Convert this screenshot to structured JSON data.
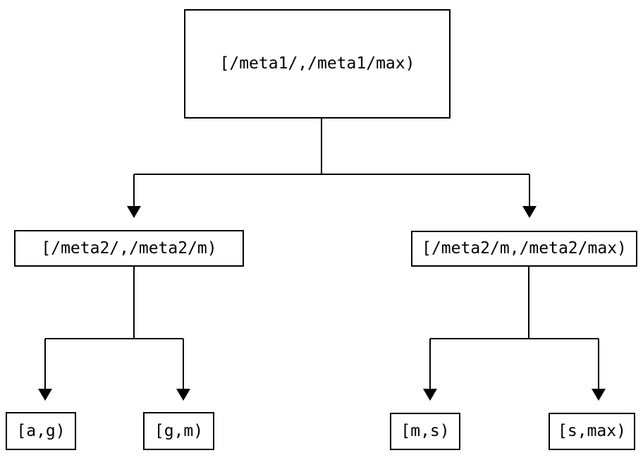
{
  "diagram": {
    "type": "tree",
    "background": "#ffffff",
    "line_color": "#000000",
    "text_color": "#000000",
    "nodes": {
      "root": {
        "label": "[/meta1/,/meta1/max)"
      },
      "branch_left": {
        "label": "[/meta2/,/meta2/m)"
      },
      "branch_right": {
        "label": "[/meta2/m,/meta2/max)"
      },
      "leaf_ag": {
        "label": "[a,g)"
      },
      "leaf_gm": {
        "label": "[g,m)"
      },
      "leaf_ms": {
        "label": "[m,s)"
      },
      "leaf_smax": {
        "label": "[s,max)"
      }
    },
    "edges": [
      {
        "from": "root",
        "to": "branch_left"
      },
      {
        "from": "root",
        "to": "branch_right"
      },
      {
        "from": "branch_left",
        "to": "leaf_ag"
      },
      {
        "from": "branch_left",
        "to": "leaf_gm"
      },
      {
        "from": "branch_right",
        "to": "leaf_ms"
      },
      {
        "from": "branch_right",
        "to": "leaf_smax"
      }
    ]
  }
}
